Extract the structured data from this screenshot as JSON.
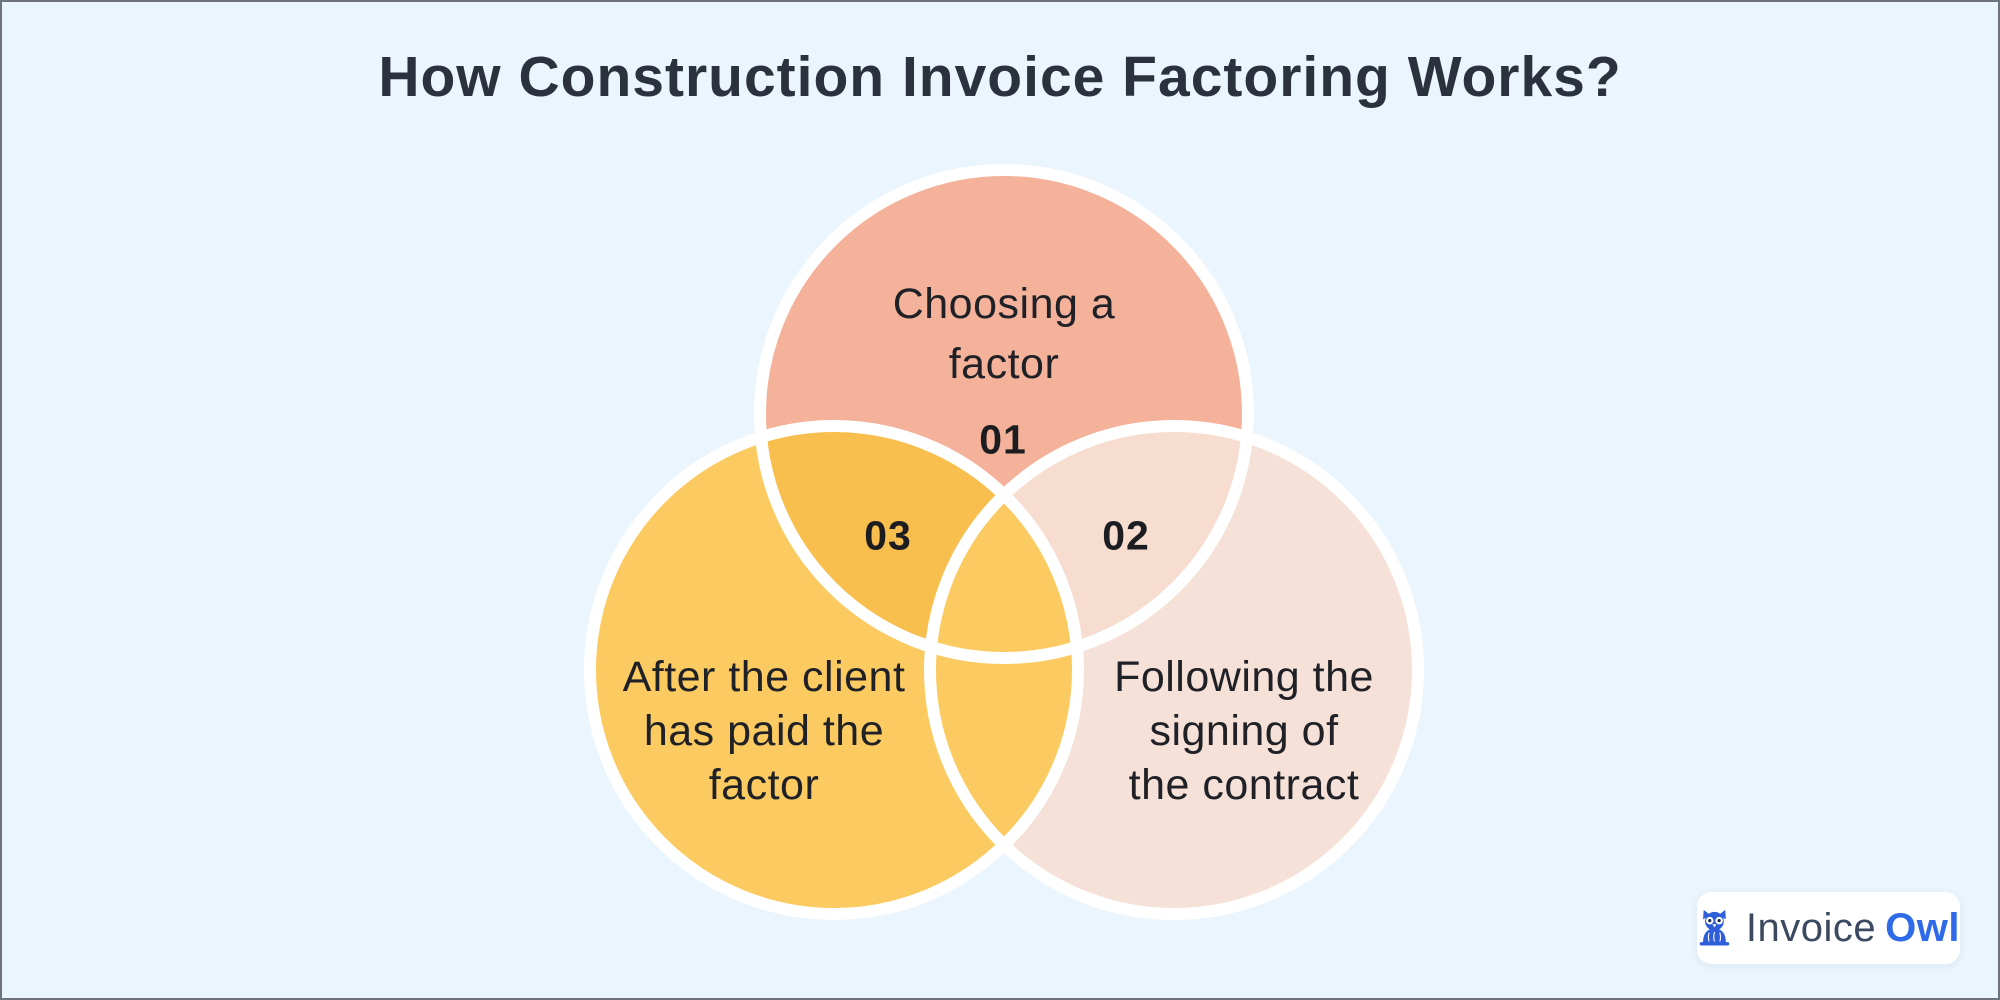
{
  "title": "How Construction Invoice Factoring Works?",
  "diagram": {
    "type": "venn",
    "stroke_color": "#FFFFFF",
    "background_color": "#EAF5FD",
    "circles": [
      {
        "number": "01",
        "label": "Choosing a factor",
        "label_lines": [
          "Choosing a",
          "factor"
        ],
        "fill": "#F4B29A",
        "position": "top"
      },
      {
        "number": "02",
        "label": "Following the signing of the contract",
        "label_lines": [
          "Following the",
          "signing of",
          "the contract"
        ],
        "fill": "#F5E1D8",
        "position": "bottom-right"
      },
      {
        "number": "03",
        "label": "After the client has paid the factor",
        "label_lines": [
          "After the client",
          "has paid the",
          "factor"
        ],
        "fill": "#FBCA61",
        "position": "bottom-left"
      }
    ],
    "overlaps": {
      "top_left": {
        "fill": "#F8BE4E"
      },
      "top_right": {
        "fill": "#F7DCD0"
      },
      "left_right": {
        "fill": "#FBCA61"
      },
      "center": {
        "fill": "#FBCA61"
      }
    }
  },
  "logo": {
    "icon": "owl-icon",
    "text_primary": "Invoice",
    "text_accent": "Owl",
    "icon_color": "#2E5FD8",
    "primary_color": "#3B4A61",
    "accent_color": "#2F6BE8"
  }
}
